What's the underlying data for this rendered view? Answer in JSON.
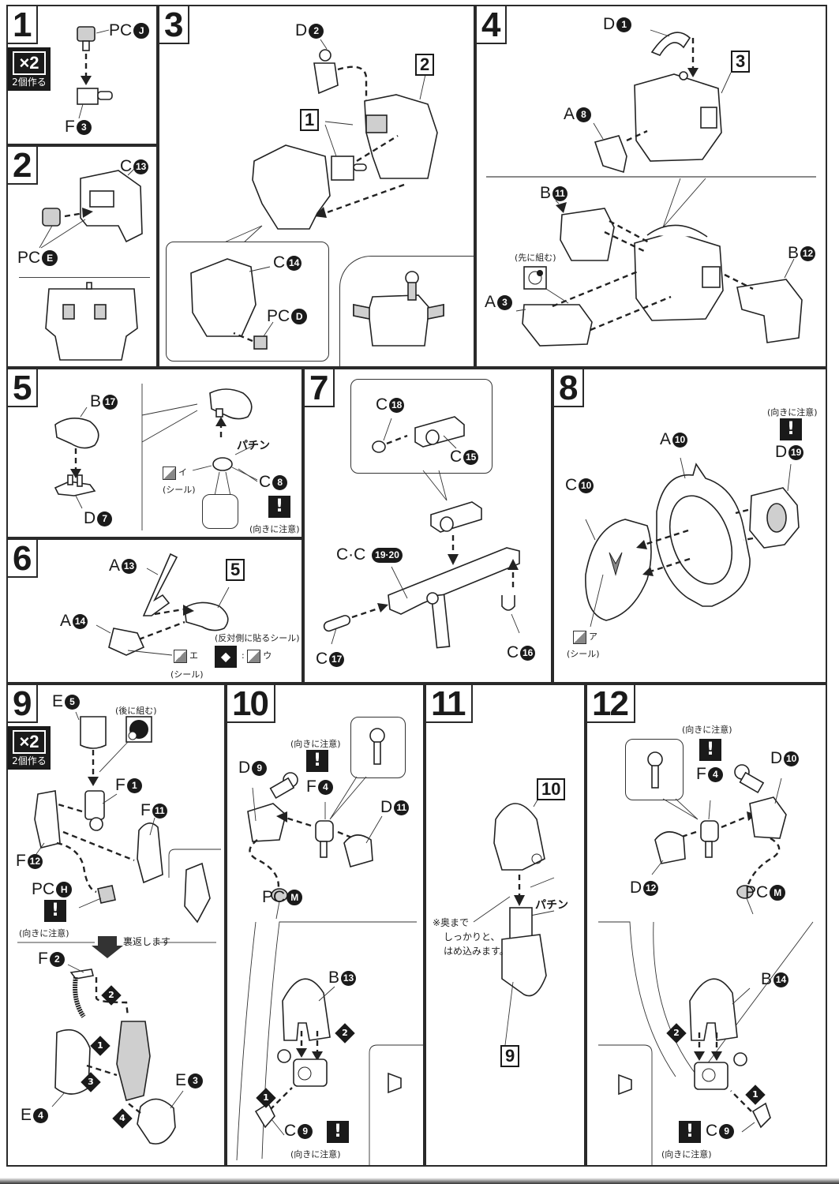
{
  "document": {
    "type": "assembly-instructions",
    "multiply_badge": "×2",
    "multiply_note": "2個作る",
    "orientation_note": "(向きに注意)",
    "seal_note": "(シール)",
    "snap_sound": "パチン"
  },
  "steps": [
    {
      "number": "1",
      "repeat": true,
      "parts": [
        "PC",
        "F"
      ],
      "part_nums": [
        "J",
        "3"
      ]
    },
    {
      "number": "2",
      "parts": [
        "C",
        "PC"
      ],
      "part_nums": [
        "13",
        "E"
      ]
    },
    {
      "number": "3",
      "parts": [
        "D",
        "C",
        "PC"
      ],
      "part_nums": [
        "2",
        "14",
        "D"
      ],
      "refs": [
        "2",
        "1"
      ]
    },
    {
      "number": "4",
      "parts": [
        "D",
        "A",
        "B",
        "B",
        "A"
      ],
      "part_nums": [
        "1",
        "8",
        "11",
        "12",
        "3"
      ],
      "refs": [
        "3"
      ],
      "pre_assemble_note": "(先に組む)"
    },
    {
      "number": "5",
      "parts": [
        "B",
        "D",
        "C"
      ],
      "part_nums": [
        "17",
        "7",
        "8"
      ],
      "seal": "イ"
    },
    {
      "number": "6",
      "parts": [
        "A",
        "A"
      ],
      "part_nums": [
        "13",
        "14"
      ],
      "refs": [
        "5"
      ],
      "seal": "エ",
      "opposite_note": "(反対側に貼るシール)",
      "opposite_seal": "ウ"
    },
    {
      "number": "7",
      "parts": [
        "C",
        "C",
        "C·C",
        "C",
        "C"
      ],
      "part_nums": [
        "18",
        "15",
        "19·20",
        "17",
        "16"
      ]
    },
    {
      "number": "8",
      "parts": [
        "A",
        "D",
        "C"
      ],
      "part_nums": [
        "10",
        "19",
        "10"
      ],
      "seal": "ア"
    },
    {
      "number": "9",
      "repeat": true,
      "parts": [
        "E",
        "F",
        "F",
        "F",
        "PC",
        "F",
        "E",
        "E"
      ],
      "part_nums": [
        "5",
        "1",
        "11",
        "12",
        "H",
        "2",
        "3",
        "4"
      ],
      "post_assemble_note": "(後に組む)",
      "flip_note": "裏返します",
      "sequence": [
        "1",
        "2",
        "3",
        "4"
      ]
    },
    {
      "number": "10",
      "parts": [
        "D",
        "F",
        "D",
        "PC",
        "B",
        "C"
      ],
      "part_nums": [
        "9",
        "4",
        "11",
        "M",
        "13",
        "9"
      ],
      "sequence": [
        "1",
        "2"
      ]
    },
    {
      "number": "11",
      "refs": [
        "10",
        "9"
      ],
      "instruction": [
        "※奥まで",
        "しっかりと、",
        "はめ込みます。"
      ]
    },
    {
      "number": "12",
      "parts": [
        "F",
        "D",
        "D",
        "PC",
        "B",
        "C"
      ],
      "part_nums": [
        "4",
        "10",
        "12",
        "M",
        "14",
        "9"
      ],
      "sequence": [
        "2",
        "1"
      ]
    }
  ],
  "colors": {
    "ink": "#1a1a1a",
    "paper": "#ffffff",
    "part_fill": "#cfcfcf"
  }
}
